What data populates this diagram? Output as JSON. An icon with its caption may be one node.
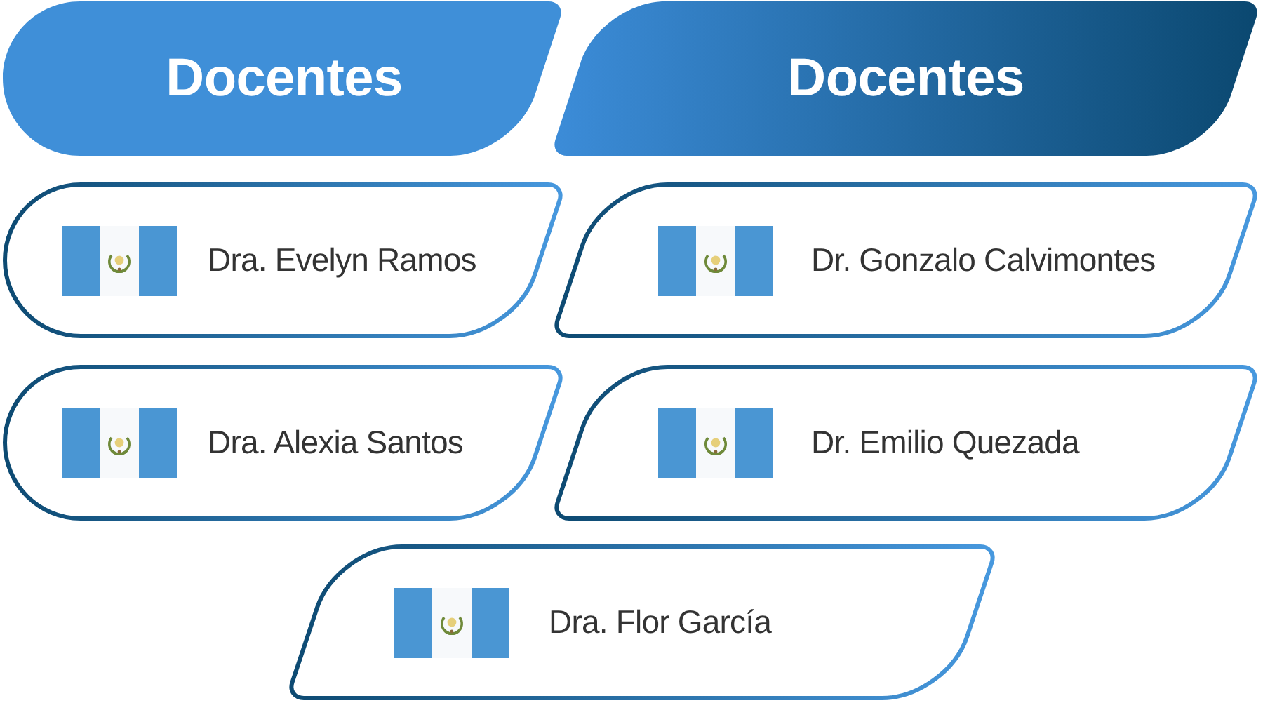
{
  "diagram": {
    "nodes": [
      {
        "text": [
          "Docentes"
        ]
      },
      {
        "text": [
          "Docentes"
        ]
      },
      {
        "text": [
          "Dra. Evelyn Ramos"
        ]
      },
      {
        "text": [
          "Dr. Gonzalo Calvimontes"
        ]
      },
      {
        "text": [
          "Dra. Alexia Santos"
        ]
      },
      {
        "text": [
          "Dr. Emilio Quezada"
        ]
      },
      {
        "text": [
          "Dra. Flor García"
        ]
      }
    ]
  }
}
